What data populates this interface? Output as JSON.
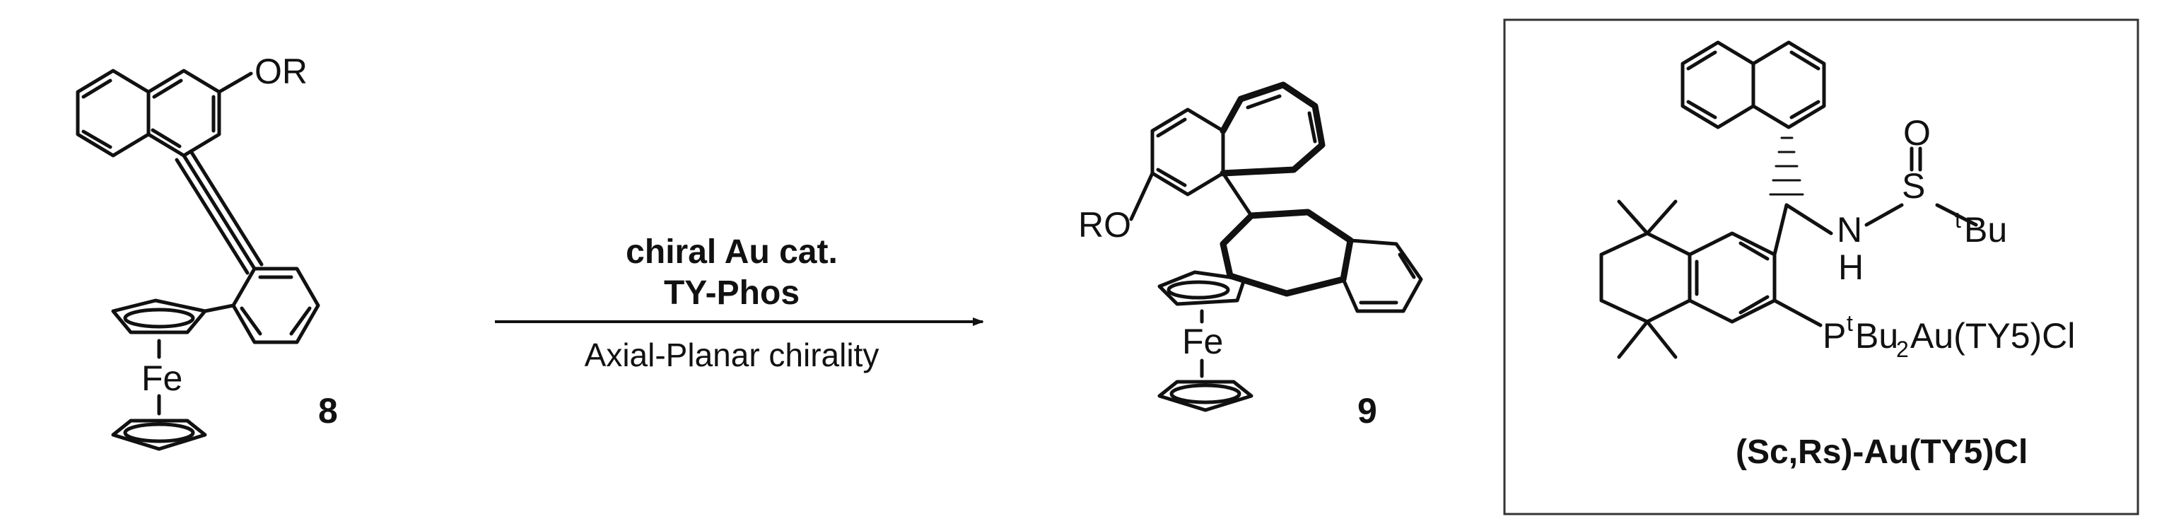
{
  "compound_8": {
    "label": "8",
    "substituent": "OR",
    "metal": "Fe"
  },
  "arrow": {
    "catalyst": "chiral Au cat.",
    "ligand": "TY-Phos",
    "chirality": "Axial-Planar chirality"
  },
  "compound_9": {
    "label": "9",
    "substituent": "RO",
    "metal": "Fe"
  },
  "catalyst_box": {
    "title": "(Sc,Rs)-Au(TY5)Cl",
    "atom_O": "O",
    "atom_S": "S",
    "tBu_sup": "t",
    "tBu_main": "Bu",
    "atom_N": "N",
    "atom_H": "H",
    "phos_P": "P",
    "phos_sup": "t",
    "phos_bu": "Bu",
    "phos_sub": "2",
    "phos_rest": "Au(TY5)Cl"
  }
}
